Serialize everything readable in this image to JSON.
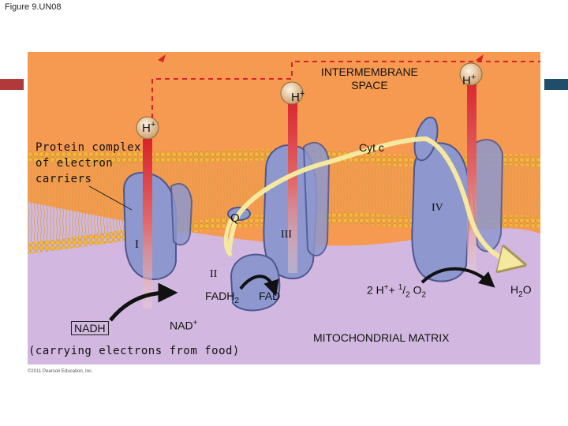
{
  "caption": "Figure 9.UN08",
  "labels": {
    "intermembrane_space": "INTERMEMBRANE\nSPACE",
    "mitochondrial_matrix": "MITOCHONDRIAL MATRIX",
    "protein_complex": "Protein complex\nof electron\ncarriers",
    "cyt_c": "Cyt c",
    "q": "Q",
    "complex_i": "I",
    "complex_ii": "II",
    "complex_iii": "III",
    "complex_iv": "IV",
    "h_base": "H",
    "h_charge": "+",
    "nadh": "NADH",
    "nad_plus_base": "NAD",
    "nad_plus_charge": "+",
    "carrying": "(carrying electrons from food)",
    "fadh2_base": "FADH",
    "fadh2_sub": "2",
    "fad": "FAD",
    "reactants_a": "2 H",
    "reactants_charge": "+",
    "reactants_b": "+ ",
    "half_num": "1",
    "half_den": "2",
    "o_base": " O",
    "o_sub": "2",
    "water_base": "H",
    "water_sub": "2",
    "water_o": "O",
    "copyright": "©2011 Pearson Education, Inc."
  },
  "colors": {
    "intermembrane": "#F59A50",
    "matrix": "#D2B8E0",
    "lipid_head": "#F2B63C",
    "lipid_tail": "#D9A040",
    "protein": "#8E98CE",
    "proton_arrow": "#D8232A",
    "electron_path": "#F5E9A0",
    "reaction_arrow": "#111111",
    "corner_left": "#B03A3A",
    "corner_right": "#1F4E6B"
  }
}
